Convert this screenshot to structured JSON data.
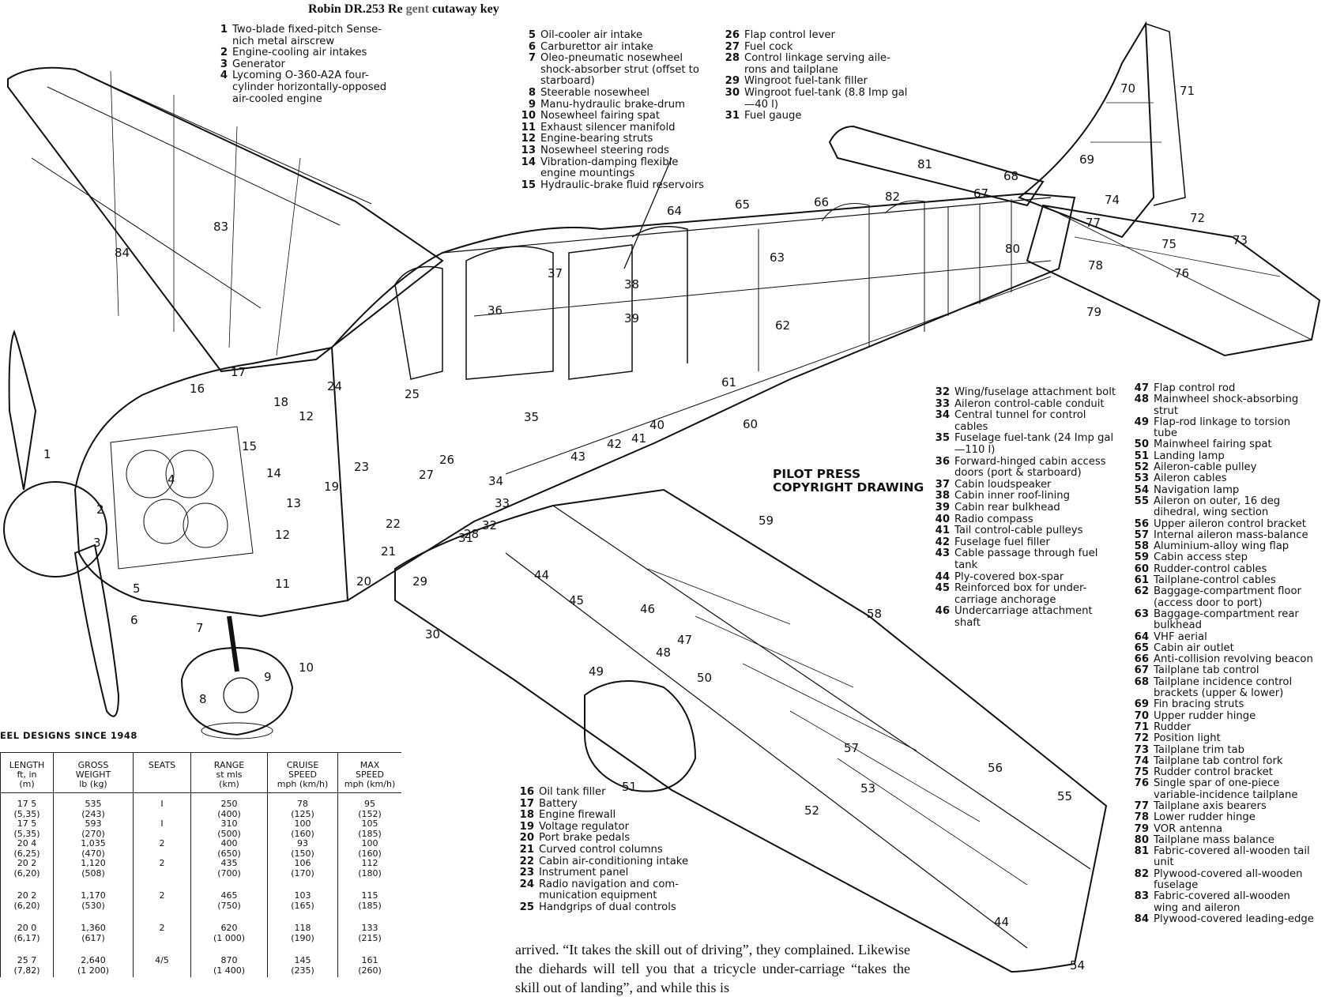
{
  "title": {
    "main": "Robin DR.253 Re",
    "accent": "gent",
    "tail": "cutaway key"
  },
  "key_col1": [
    {
      "n": "1",
      "t": "Two-blade fixed-pitch Sense-nich metal airscrew"
    },
    {
      "n": "2",
      "t": "Engine-cooling air intakes"
    },
    {
      "n": "3",
      "t": "Generator"
    },
    {
      "n": "4",
      "t": "Lycoming O-360-A2A four-cylinder horizontally-opposed air-cooled engine"
    }
  ],
  "key_col2": [
    {
      "n": "5",
      "t": "Oil-cooler air intake"
    },
    {
      "n": "6",
      "t": "Carburettor air intake"
    },
    {
      "n": "7",
      "t": "Oleo-pneumatic nosewheel shock-absorber strut (offset to starboard)"
    },
    {
      "n": "8",
      "t": "Steerable nosewheel"
    },
    {
      "n": "9",
      "t": "Manu-hydraulic brake-drum"
    },
    {
      "n": "10",
      "t": "Nosewheel fairing spat"
    },
    {
      "n": "11",
      "t": "Exhaust silencer manifold"
    },
    {
      "n": "12",
      "t": "Engine-bearing struts"
    },
    {
      "n": "13",
      "t": "Nosewheel steering rods"
    },
    {
      "n": "14",
      "t": "Vibration-damping flexible engine mountings"
    },
    {
      "n": "15",
      "t": "Hydraulic-brake fluid reservoirs"
    }
  ],
  "key_col3": [
    {
      "n": "26",
      "t": "Flap control lever"
    },
    {
      "n": "27",
      "t": "Fuel cock"
    },
    {
      "n": "28",
      "t": "Control linkage serving aile-rons and tailplane"
    },
    {
      "n": "29",
      "t": "Wingroot fuel-tank filler"
    },
    {
      "n": "30",
      "t": "Wingroot fuel-tank (8.8 Imp gal—40 l)"
    },
    {
      "n": "31",
      "t": "Fuel gauge"
    }
  ],
  "key_col4": [
    {
      "n": "32",
      "t": "Wing/fuselage attachment bolt"
    },
    {
      "n": "33",
      "t": "Aileron control-cable conduit"
    },
    {
      "n": "34",
      "t": "Central tunnel for control cables"
    },
    {
      "n": "35",
      "t": "Fuselage fuel-tank (24 Imp gal—110 l)"
    },
    {
      "n": "36",
      "t": "Forward-hinged cabin access doors (port & starboard)"
    },
    {
      "n": "37",
      "t": "Cabin loudspeaker"
    },
    {
      "n": "38",
      "t": "Cabin inner roof-lining"
    },
    {
      "n": "39",
      "t": "Cabin rear bulkhead"
    },
    {
      "n": "40",
      "t": "Radio compass"
    },
    {
      "n": "41",
      "t": "Tail control-cable pulleys"
    },
    {
      "n": "42",
      "t": "Fuselage fuel filler"
    },
    {
      "n": "43",
      "t": "Cable passage through fuel tank"
    },
    {
      "n": "44",
      "t": "Ply-covered box-spar"
    },
    {
      "n": "45",
      "t": "Reinforced box for under-carriage anchorage"
    },
    {
      "n": "46",
      "t": "Undercarriage attachment shaft"
    }
  ],
  "key_col5": [
    {
      "n": "47",
      "t": "Flap control rod"
    },
    {
      "n": "48",
      "t": "Mainwheel shock-absorbing strut"
    },
    {
      "n": "49",
      "t": "Flap-rod linkage to torsion tube"
    },
    {
      "n": "50",
      "t": "Mainwheel fairing spat"
    },
    {
      "n": "51",
      "t": "Landing lamp"
    },
    {
      "n": "52",
      "t": "Aileron-cable pulley"
    },
    {
      "n": "53",
      "t": "Aileron cables"
    },
    {
      "n": "54",
      "t": "Navigation lamp"
    },
    {
      "n": "55",
      "t": "Aileron on outer, 16 deg dihedral, wing section"
    },
    {
      "n": "56",
      "t": "Upper aileron control bracket"
    },
    {
      "n": "57",
      "t": "Internal aileron mass-balance"
    },
    {
      "n": "58",
      "t": "Aluminium-alloy wing flap"
    },
    {
      "n": "59",
      "t": "Cabin access step"
    },
    {
      "n": "60",
      "t": "Rudder-control cables"
    },
    {
      "n": "61",
      "t": "Tailplane-control cables"
    },
    {
      "n": "62",
      "t": "Baggage-compartment floor (access door to port)"
    },
    {
      "n": "63",
      "t": "Baggage-compartment rear bulkhead"
    },
    {
      "n": "64",
      "t": "VHF aerial"
    },
    {
      "n": "65",
      "t": "Cabin air outlet"
    },
    {
      "n": "66",
      "t": "Anti-collision revolving beacon"
    },
    {
      "n": "67",
      "t": "Tailplane tab control"
    },
    {
      "n": "68",
      "t": "Tailplane incidence control brackets (upper & lower)"
    },
    {
      "n": "69",
      "t": "Fin bracing struts"
    },
    {
      "n": "70",
      "t": "Upper rudder hinge"
    },
    {
      "n": "71",
      "t": "Rudder"
    },
    {
      "n": "72",
      "t": "Position light"
    },
    {
      "n": "73",
      "t": "Tailplane trim tab"
    },
    {
      "n": "74",
      "t": "Tailplane tab control fork"
    },
    {
      "n": "75",
      "t": "Rudder control bracket"
    },
    {
      "n": "76",
      "t": "Single spar of one-piece variable-incidence tailplane"
    },
    {
      "n": "77",
      "t": "Tailplane axis bearers"
    },
    {
      "n": "78",
      "t": "Lower rudder hinge"
    },
    {
      "n": "79",
      "t": "VOR antenna"
    },
    {
      "n": "80",
      "t": "Tailplane mass balance"
    },
    {
      "n": "81",
      "t": "Fabric-covered all-wooden tail unit"
    },
    {
      "n": "82",
      "t": "Plywood-covered all-wooden fuselage"
    },
    {
      "n": "83",
      "t": "Fabric-covered all-wooden wing and aileron"
    },
    {
      "n": "84",
      "t": "Plywood-covered leading-edge"
    }
  ],
  "key_col6": [
    {
      "n": "16",
      "t": "Oil tank filler"
    },
    {
      "n": "17",
      "t": "Battery"
    },
    {
      "n": "18",
      "t": "Engine firewall"
    },
    {
      "n": "19",
      "t": "Voltage regulator"
    },
    {
      "n": "20",
      "t": "Port brake pedals"
    },
    {
      "n": "21",
      "t": "Curved control columns"
    },
    {
      "n": "22",
      "t": "Cabin air-conditioning intake"
    },
    {
      "n": "23",
      "t": "Instrument panel"
    },
    {
      "n": "24",
      "t": "Radio navigation and com-munication equipment"
    },
    {
      "n": "25",
      "t": "Handgrips of dual controls"
    }
  ],
  "stamp": "PILOT PRESS\nCOPYRIGHT DRAWING",
  "table": {
    "title": "EEL DESIGNS SINCE 1948",
    "headers": [
      "LENGTH\nft, in\n(m)",
      "GROSS\nWEIGHT\nlb (kg)",
      "SEATS",
      "RANGE\nst mls\n(km)",
      "CRUISE\nSPEED\nmph (km/h)",
      "MAX\nSPEED\nmph (km/h)"
    ],
    "rows": [
      {
        "cells": [
          "17 5\n(5,35)\n17 5\n(5,35)\n20 4\n(6,25)\n20 2\n(6,20)",
          "535\n(243)\n593\n(270)\n1,035\n(470)\n1,120\n(508)",
          "I\n\nI\n\n2\n\n2",
          "250\n(400)\n310\n(500)\n400\n(650)\n435\n(700)",
          "78\n(125)\n100\n(160)\n93\n(150)\n106\n(170)",
          "95\n(152)\n105\n(185)\n100\n(160)\n112\n(180)"
        ]
      },
      {
        "cells": [
          "20 2\n(6,20)",
          "1,170\n(530)",
          "2",
          "465\n(750)",
          "103\n(165)",
          "115\n(185)"
        ]
      },
      {
        "cells": [
          "20 0\n(6,17)",
          "1,360\n(617)",
          "2",
          "620\n(1 000)",
          "118\n(190)",
          "133\n(215)"
        ]
      },
      {
        "cells": [
          "25 7\n(7,82)",
          "2,640\n(1 200)",
          "4/5",
          "870\n(1 400)",
          "145\n(235)",
          "161\n(260)"
        ]
      }
    ]
  },
  "article": "arrived. “It takes the skill out of driving”, they complained. Likewise the diehards will tell you that a tricycle under-carriage “takes the skill out of landing”, and while this is",
  "drawing_callouts": [
    "1",
    "2",
    "3",
    "4",
    "5",
    "6",
    "7",
    "8",
    "9",
    "10",
    "11",
    "12",
    "12",
    "13",
    "14",
    "15",
    "16",
    "17",
    "18",
    "19",
    "20",
    "21",
    "22",
    "23",
    "24",
    "25",
    "26",
    "27",
    "28",
    "29",
    "30",
    "31",
    "32",
    "33",
    "34",
    "35",
    "36",
    "37",
    "38",
    "39",
    "40",
    "41",
    "42",
    "43",
    "44",
    "44",
    "45",
    "46",
    "47",
    "48",
    "49",
    "50",
    "51",
    "52",
    "53",
    "54",
    "55",
    "56",
    "57",
    "58",
    "59",
    "60",
    "61",
    "62",
    "63",
    "64",
    "65",
    "66",
    "67",
    "68",
    "69",
    "70",
    "71",
    "72",
    "73",
    "74",
    "75",
    "76",
    "77",
    "78",
    "79",
    "80",
    "81",
    "82",
    "83",
    "84"
  ]
}
